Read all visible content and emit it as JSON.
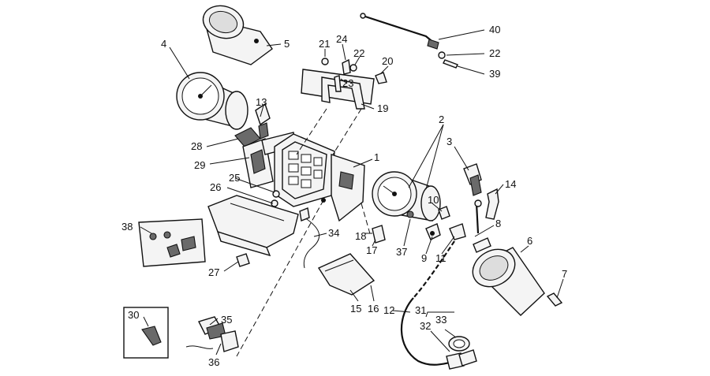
{
  "callouts": [
    {
      "id": "c1",
      "text": "1"
    },
    {
      "id": "c2",
      "text": "2"
    },
    {
      "id": "c3",
      "text": "3"
    },
    {
      "id": "c4",
      "text": "4"
    },
    {
      "id": "c5",
      "text": "5"
    },
    {
      "id": "c6",
      "text": "6"
    },
    {
      "id": "c7",
      "text": "7"
    },
    {
      "id": "c8",
      "text": "8"
    },
    {
      "id": "c9",
      "text": "9"
    },
    {
      "id": "c10",
      "text": "10"
    },
    {
      "id": "c11",
      "text": "11"
    },
    {
      "id": "c12",
      "text": "12"
    },
    {
      "id": "c13",
      "text": "13"
    },
    {
      "id": "c14",
      "text": "14"
    },
    {
      "id": "c15",
      "text": "15"
    },
    {
      "id": "c16",
      "text": "16"
    },
    {
      "id": "c17",
      "text": "17"
    },
    {
      "id": "c18",
      "text": "18"
    },
    {
      "id": "c19",
      "text": "19"
    },
    {
      "id": "c20",
      "text": "20"
    },
    {
      "id": "c21",
      "text": "21"
    },
    {
      "id": "c22a",
      "text": "22"
    },
    {
      "id": "c22b",
      "text": "22"
    },
    {
      "id": "c23",
      "text": "23"
    },
    {
      "id": "c24",
      "text": "24"
    },
    {
      "id": "c25",
      "text": "25"
    },
    {
      "id": "c26",
      "text": "26"
    },
    {
      "id": "c27",
      "text": "27"
    },
    {
      "id": "c28",
      "text": "28"
    },
    {
      "id": "c29",
      "text": "29"
    },
    {
      "id": "c30",
      "text": "30"
    },
    {
      "id": "c31",
      "text": "31"
    },
    {
      "id": "c32",
      "text": "32"
    },
    {
      "id": "c33",
      "text": "33"
    },
    {
      "id": "c34",
      "text": "34"
    },
    {
      "id": "c35",
      "text": "35"
    },
    {
      "id": "c36",
      "text": "36"
    },
    {
      "id": "c37",
      "text": "37"
    },
    {
      "id": "c38",
      "text": "38"
    },
    {
      "id": "c39",
      "text": "39"
    },
    {
      "id": "c40",
      "text": "40"
    }
  ]
}
